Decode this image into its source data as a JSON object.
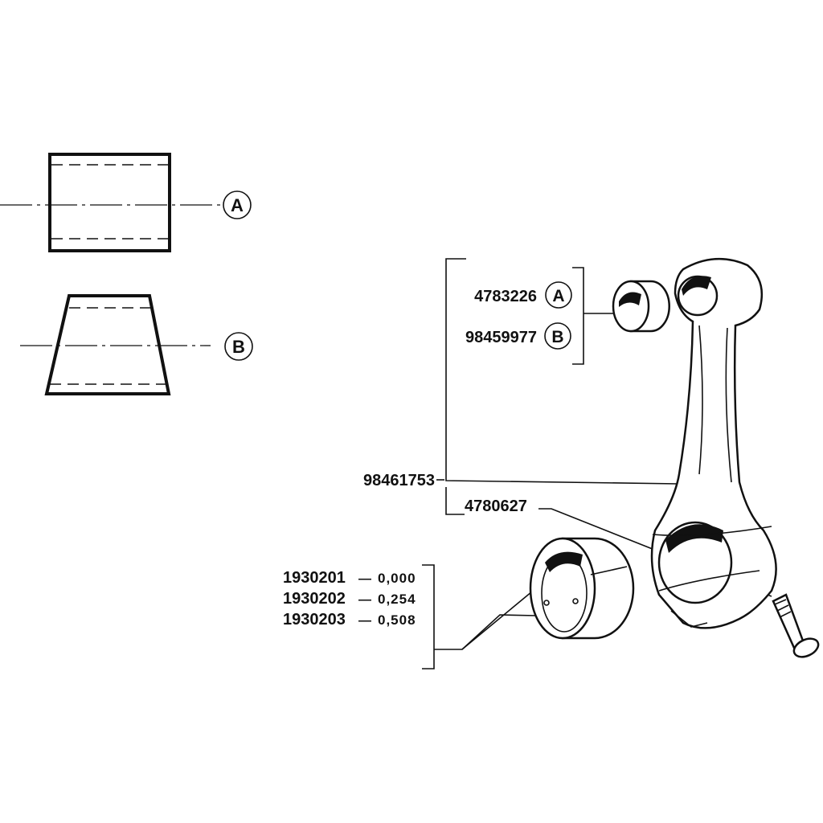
{
  "legend": {
    "bore_a": {
      "marker": "A"
    },
    "bore_b": {
      "marker": "B"
    }
  },
  "parts": {
    "small_end_bush_a": {
      "number": "4783226",
      "marker": "A"
    },
    "small_end_bush_b": {
      "number": "98459977",
      "marker": "B"
    },
    "connecting_rod": {
      "number": "98461753"
    },
    "bolt": {
      "number": "4780627"
    },
    "bearings": [
      {
        "number": "1930201",
        "dash": "—",
        "undersize": "0,000"
      },
      {
        "number": "1930202",
        "dash": "—",
        "undersize": "0,254"
      },
      {
        "number": "1930203",
        "dash": "—",
        "undersize": "0,508"
      }
    ]
  }
}
